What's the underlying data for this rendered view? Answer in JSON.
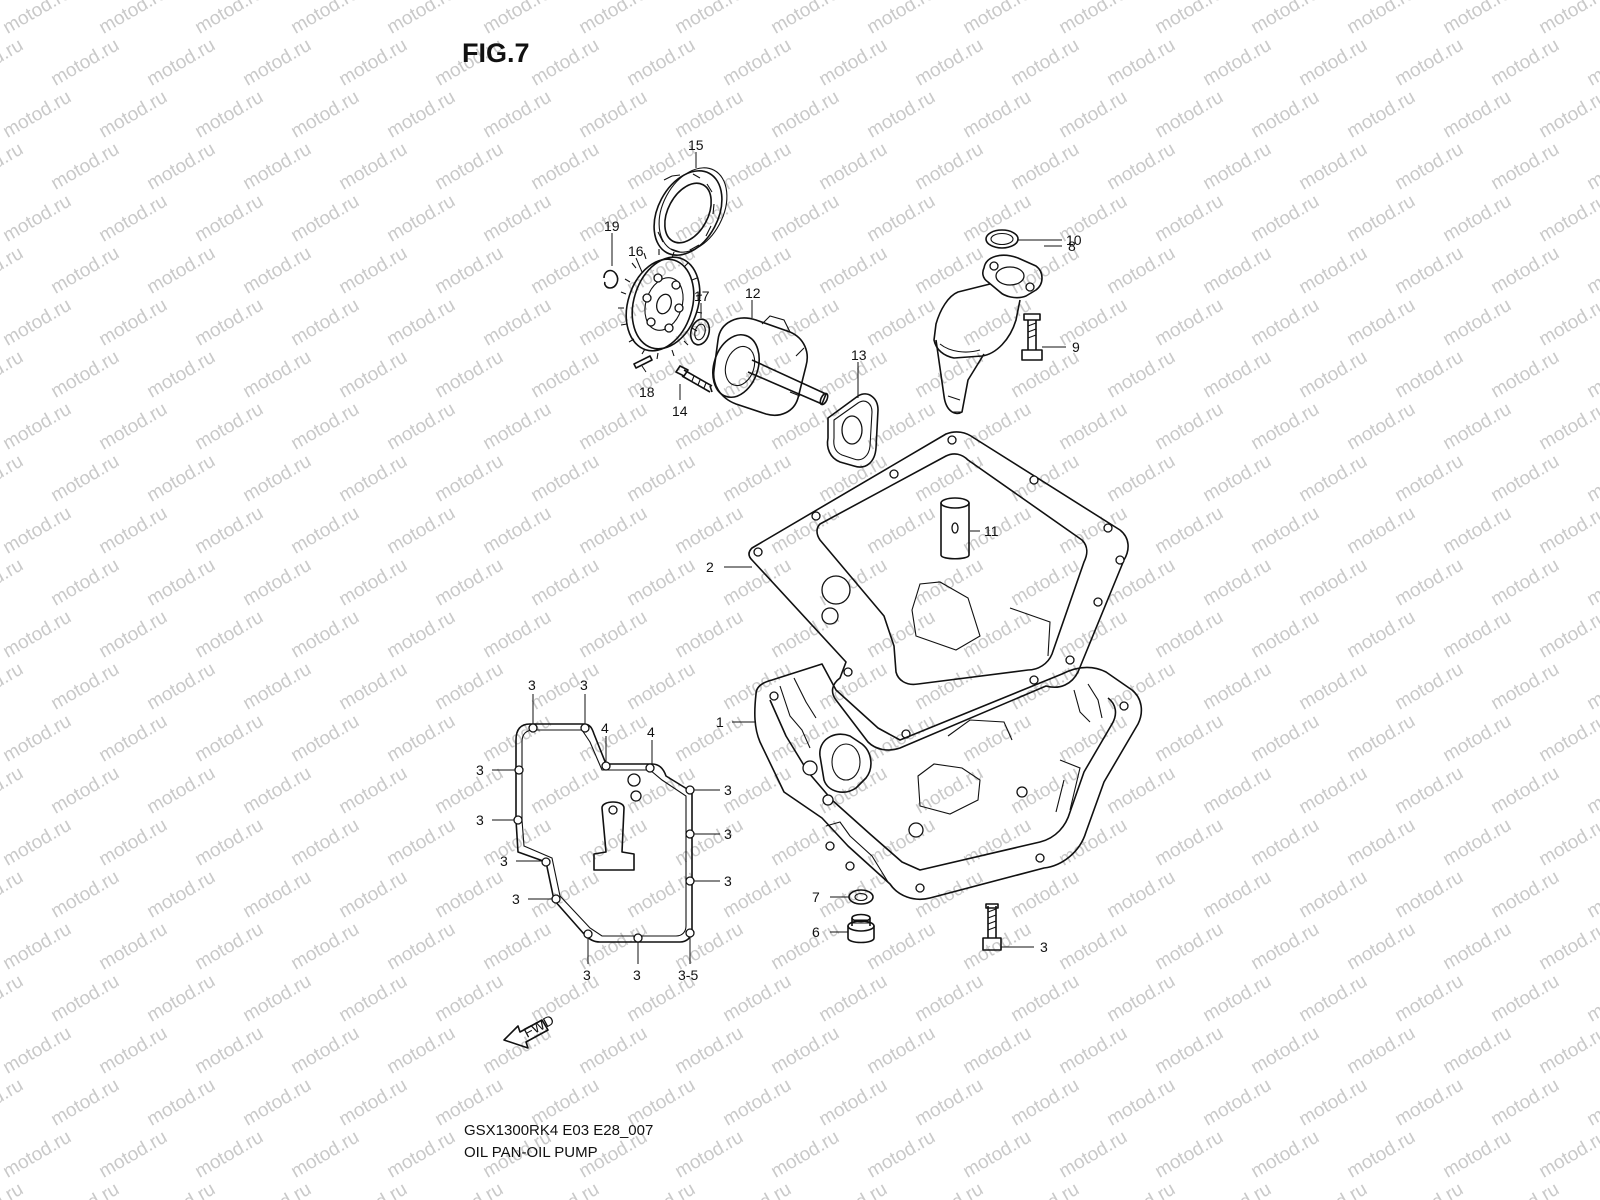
{
  "figure": {
    "title": "FIG.7",
    "drawing_code": "GSX1300RK4 E03 E28_007",
    "caption": "OIL PAN-OIL PUMP",
    "fwd_arrow_text": "FWD",
    "watermark_text": "motod.ru"
  },
  "callouts": {
    "c1": "1",
    "c2": "2",
    "c3_bolt": "3",
    "c6": "6",
    "c7": "7",
    "c8": "8",
    "c9": "9",
    "c10": "10",
    "c11": "11",
    "c12": "12",
    "c13": "13",
    "c14": "14",
    "c15": "15",
    "c16": "16",
    "c17": "17",
    "c18": "18",
    "c19": "19",
    "g1": "3",
    "g2": "3",
    "g3": "4",
    "g4": "4",
    "g5": "3",
    "g6": "3",
    "g7": "3",
    "g8": "3",
    "g9": "3",
    "g10": "3",
    "g11": "3",
    "g12": "3",
    "g13": "3",
    "g14": "3-5"
  },
  "colors": {
    "ink": "#111111",
    "watermark": "#c9c9c9",
    "background": "#ffffff"
  }
}
